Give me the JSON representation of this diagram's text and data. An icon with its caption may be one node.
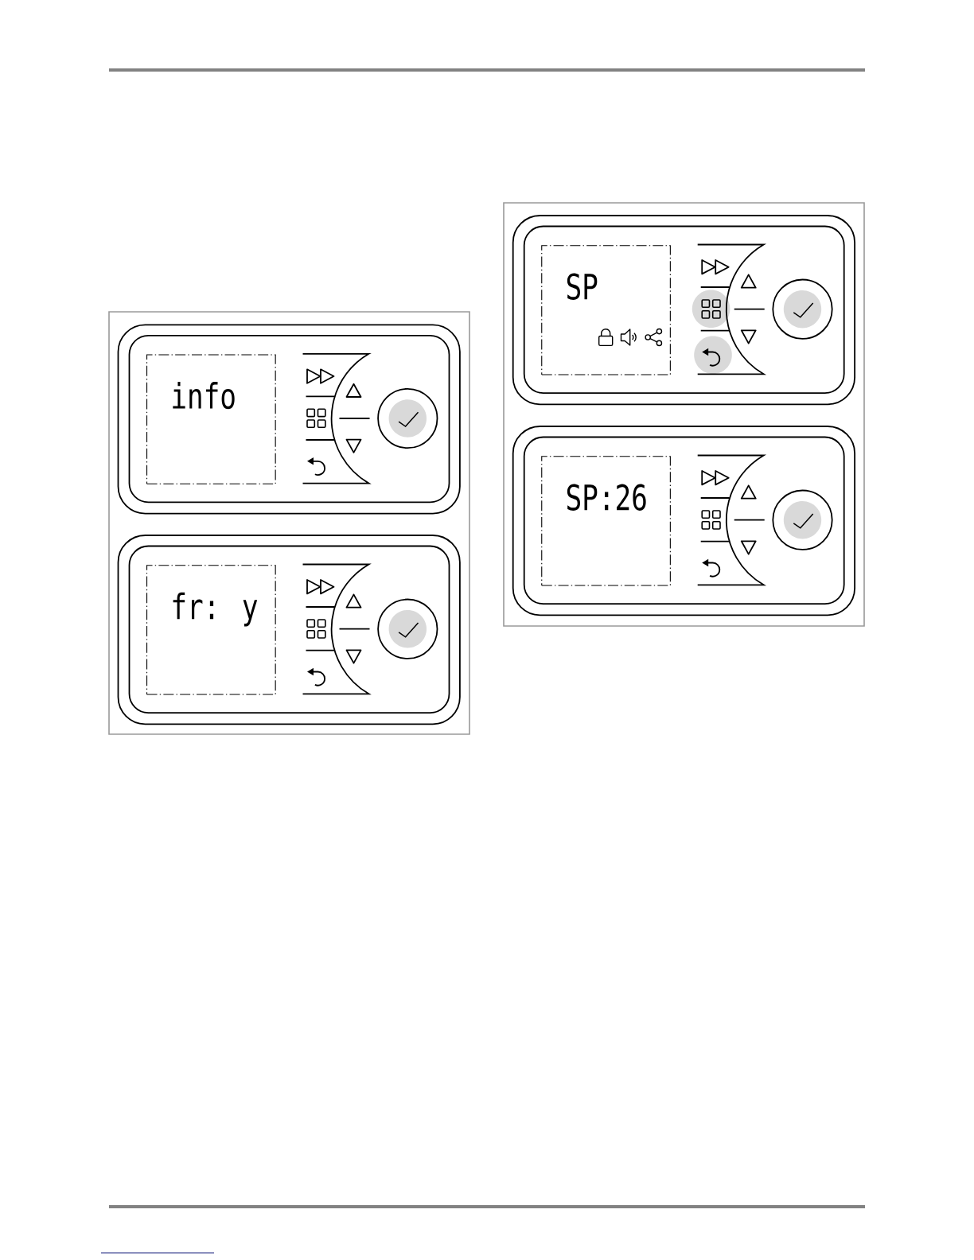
{
  "diagram": {
    "nodes": [
      {
        "text": [
          "info"
        ]
      },
      {
        "text": [
          "fr: y"
        ]
      },
      {
        "text": [
          "SP"
        ]
      },
      {
        "text": [
          "SP:26"
        ]
      }
    ]
  }
}
